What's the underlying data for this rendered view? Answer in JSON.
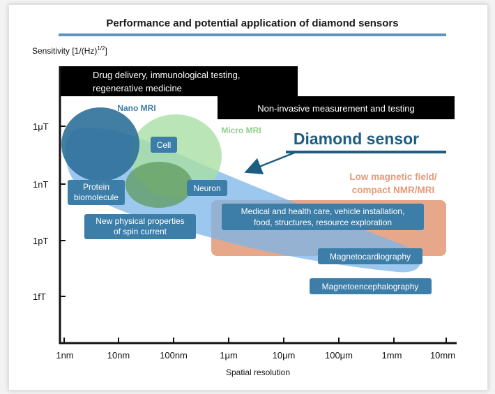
{
  "title": "Performance and potential application of diamond sensors",
  "axes": {
    "ylabel_main": "Sensitivity [1/(Hz)",
    "ylabel_sup": "1/2",
    "ylabel_end": "]",
    "xlabel": "Spatial resolution",
    "y_ticks": [
      "1μT",
      "1nT",
      "1pT",
      "1fT"
    ],
    "x_ticks": [
      "1nm",
      "10nm",
      "100nm",
      "1μm",
      "10μm",
      "100μm",
      "1mm",
      "10mm"
    ]
  },
  "black_bars": {
    "drug_line1": "Drug delivery, immunological testing,",
    "drug_line2": "regenerative medicine",
    "noninvasive": "Non-invasive measurement and testing"
  },
  "regions": {
    "nano_mri": "Nano MRI",
    "micro_mri": "Micro MRI",
    "diamond_sensor": "Diamond sensor",
    "low_mag_line1": "Low magnetic field/",
    "low_mag_line2": "compact NMR/MRI"
  },
  "labels": {
    "cell": "Cell",
    "protein_line1": "Protein",
    "protein_line2": "biomolecule",
    "neuron": "Neuron",
    "spin_line1": "New physical properties",
    "spin_line2": "of spin current",
    "medical_line1": "Medical and health care, vehicle installation,",
    "medical_line2": "food, structures, resource exploration",
    "magnetocardiography": "Magnetocardiography",
    "magnetoencephalography": "Magnetoencephalography"
  },
  "colors": {
    "accent_rule": "#5b94bf",
    "nano_mri": "#2e6f9a",
    "micro_mri": "#a9dea4",
    "diamond_band": "#7bb6ea",
    "label_box": "#3d7ea8",
    "low_mag_box": "#e39d7e"
  }
}
